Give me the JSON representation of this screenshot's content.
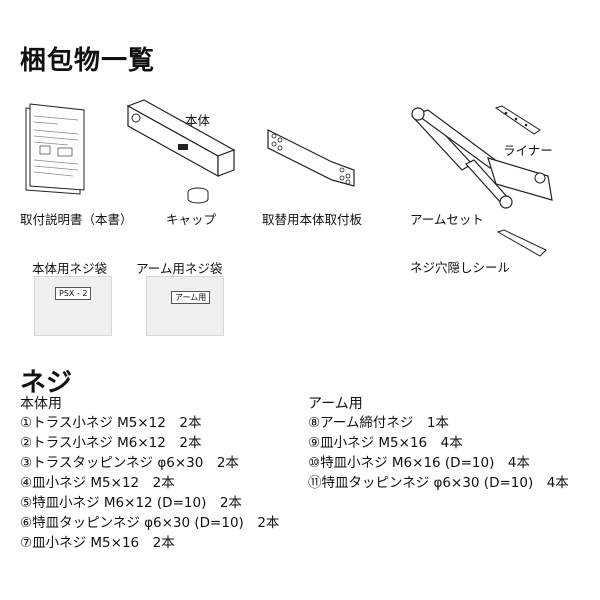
{
  "title": "梱包物一覧",
  "items": {
    "manual": "取付説明書（本書）",
    "body": "本体",
    "cap": "キャップ",
    "plate": "取替用本体取付板",
    "arm_set": "アームセット",
    "liner": "ライナー",
    "hole_seal": "ネジ穴隠しシール",
    "body_bag": "本体用ネジ袋",
    "arm_bag": "アーム用ネジ袋",
    "body_bag_tag": "PSX - 2",
    "arm_bag_tag": "アーム用"
  },
  "screws": {
    "heading": "ネジ",
    "body_heading": "本体用",
    "arm_heading": "アーム用",
    "body_list": [
      "①トラス小ネジ M5×12　2本",
      "②トラス小ネジ M6×12　2本",
      "③トラスタッピンネジ φ6×30　2本",
      "④皿小ネジ M5×12　2本",
      "⑤特皿小ネジ M6×12 (D=10)　2本",
      "⑥特皿タッピンネジ φ6×30 (D=10)　2本",
      "⑦皿小ネジ M5×16　2本"
    ],
    "arm_list": [
      "⑧アーム締付ネジ　1本",
      "⑨皿小ネジ M5×16　4本",
      "⑩特皿小ネジ M6×16 (D=10)　4本",
      "⑪特皿タッピンネジ φ6×30 (D=10)　4本"
    ]
  }
}
